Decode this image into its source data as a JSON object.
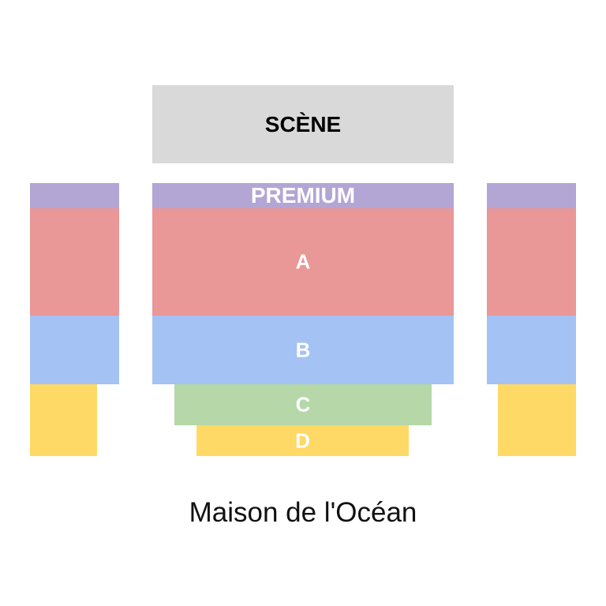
{
  "stage": {
    "label": "SCÈNE",
    "color": "#d9d9d9"
  },
  "zones": {
    "premium": {
      "label": "PREMIUM",
      "color": "#b3a5d4"
    },
    "a": {
      "label": "A",
      "color": "#e99797"
    },
    "b": {
      "label": "B",
      "color": "#a4c2f4"
    },
    "c": {
      "label": "C",
      "color": "#b6d7a8"
    },
    "d": {
      "label": "D",
      "color": "#ffd966"
    }
  },
  "venue": {
    "name": "Maison de l'Océan"
  }
}
